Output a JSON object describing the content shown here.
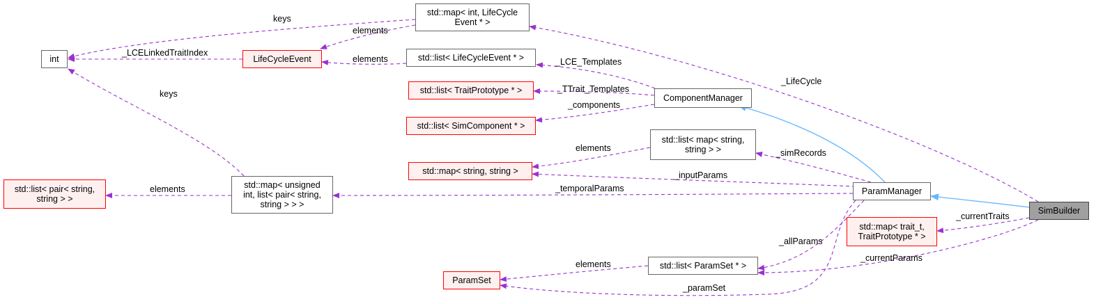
{
  "colors": {
    "member_edge": "#9a32cd",
    "inherit_edge": "#63b8ff",
    "red_border": "#ff0000",
    "red_fill": "#fff0f0",
    "focus_fill": "#a0a0a0"
  },
  "nodes": [
    {
      "id": "int",
      "label": "int",
      "style": "plain"
    },
    {
      "id": "lce",
      "label": "LifeCycleEvent",
      "style": "red"
    },
    {
      "id": "map_int",
      "label": "std::map< int, LifeCycle\nEvent * >",
      "style": "plain"
    },
    {
      "id": "list_lce",
      "label": "std::list< LifeCycleEvent * >",
      "style": "plain"
    },
    {
      "id": "list_tp",
      "label": "std::list< TraitPrototype * >",
      "style": "red"
    },
    {
      "id": "list_sc",
      "label": "std::list< SimComponent * >",
      "style": "red"
    },
    {
      "id": "compmgr",
      "label": "ComponentManager",
      "style": "plain"
    },
    {
      "id": "list_map",
      "label": "std::list< map< string,\nstring > >",
      "style": "plain"
    },
    {
      "id": "map_ss",
      "label": "std::map< string, string >",
      "style": "red"
    },
    {
      "id": "list_pair",
      "label": "std::list< pair< string,\nstring > >",
      "style": "red"
    },
    {
      "id": "map_uint",
      "label": "std::map< unsigned\nint, list< pair< string,\nstring > > >",
      "style": "plain"
    },
    {
      "id": "parammgr",
      "label": "ParamManager",
      "style": "plain"
    },
    {
      "id": "simbuilder",
      "label": "SimBuilder",
      "style": "focus"
    },
    {
      "id": "map_trait",
      "label": "std::map< trait_t,\nTraitPrototype * >",
      "style": "red"
    },
    {
      "id": "list_ps",
      "label": "std::list< ParamSet * >",
      "style": "plain"
    },
    {
      "id": "paramset",
      "label": "ParamSet",
      "style": "red"
    }
  ],
  "edges": [
    {
      "id": "e1",
      "from": "map_int",
      "to": "int",
      "label": "keys",
      "kind": "member"
    },
    {
      "id": "e2",
      "from": "map_int",
      "to": "lce",
      "label": "elements",
      "kind": "member"
    },
    {
      "id": "e3",
      "from": "lce",
      "to": "int",
      "label": "_LCELinkedTraitIndex",
      "kind": "member"
    },
    {
      "id": "e4",
      "from": "list_lce",
      "to": "lce",
      "label": "elements",
      "kind": "member"
    },
    {
      "id": "e5",
      "from": "map_uint",
      "to": "int",
      "label": "keys",
      "kind": "member"
    },
    {
      "id": "e6",
      "from": "compmgr",
      "to": "list_lce",
      "label": "_LCE_Templates",
      "kind": "member"
    },
    {
      "id": "e7",
      "from": "compmgr",
      "to": "list_tp",
      "label": "_TTrait_Templates",
      "kind": "member"
    },
    {
      "id": "e8",
      "from": "compmgr",
      "to": "list_sc",
      "label": "_components",
      "kind": "member"
    },
    {
      "id": "e9",
      "from": "simbuilder",
      "to": "map_int",
      "label": "_LifeCycle",
      "kind": "member"
    },
    {
      "id": "e10",
      "from": "list_map",
      "to": "map_ss",
      "label": "elements",
      "kind": "member"
    },
    {
      "id": "e11",
      "from": "parammgr",
      "to": "list_map",
      "label": "_simRecords",
      "kind": "member"
    },
    {
      "id": "e12",
      "from": "parammgr",
      "to": "map_ss",
      "label": "_inputParams",
      "kind": "member"
    },
    {
      "id": "e13",
      "from": "parammgr",
      "to": "map_uint",
      "label": "_temporalParams",
      "kind": "member"
    },
    {
      "id": "e14",
      "from": "map_uint",
      "to": "list_pair",
      "label": "elements",
      "kind": "member"
    },
    {
      "id": "e15",
      "from": "parammgr",
      "to": "compmgr",
      "label": "",
      "kind": "inherit"
    },
    {
      "id": "e16",
      "from": "simbuilder",
      "to": "parammgr",
      "label": "",
      "kind": "inherit"
    },
    {
      "id": "e17",
      "from": "simbuilder",
      "to": "map_trait",
      "label": "_currentTraits",
      "kind": "member"
    },
    {
      "id": "e18",
      "from": "parammgr",
      "to": "list_ps",
      "label": "_allParams",
      "kind": "member"
    },
    {
      "id": "e19",
      "from": "simbuilder",
      "to": "list_ps",
      "label": "_currentParams",
      "kind": "member"
    },
    {
      "id": "e20",
      "from": "list_ps",
      "to": "paramset",
      "label": "elements",
      "kind": "member"
    },
    {
      "id": "e21",
      "from": "parammgr",
      "to": "paramset",
      "label": "_paramSet",
      "kind": "member"
    }
  ]
}
